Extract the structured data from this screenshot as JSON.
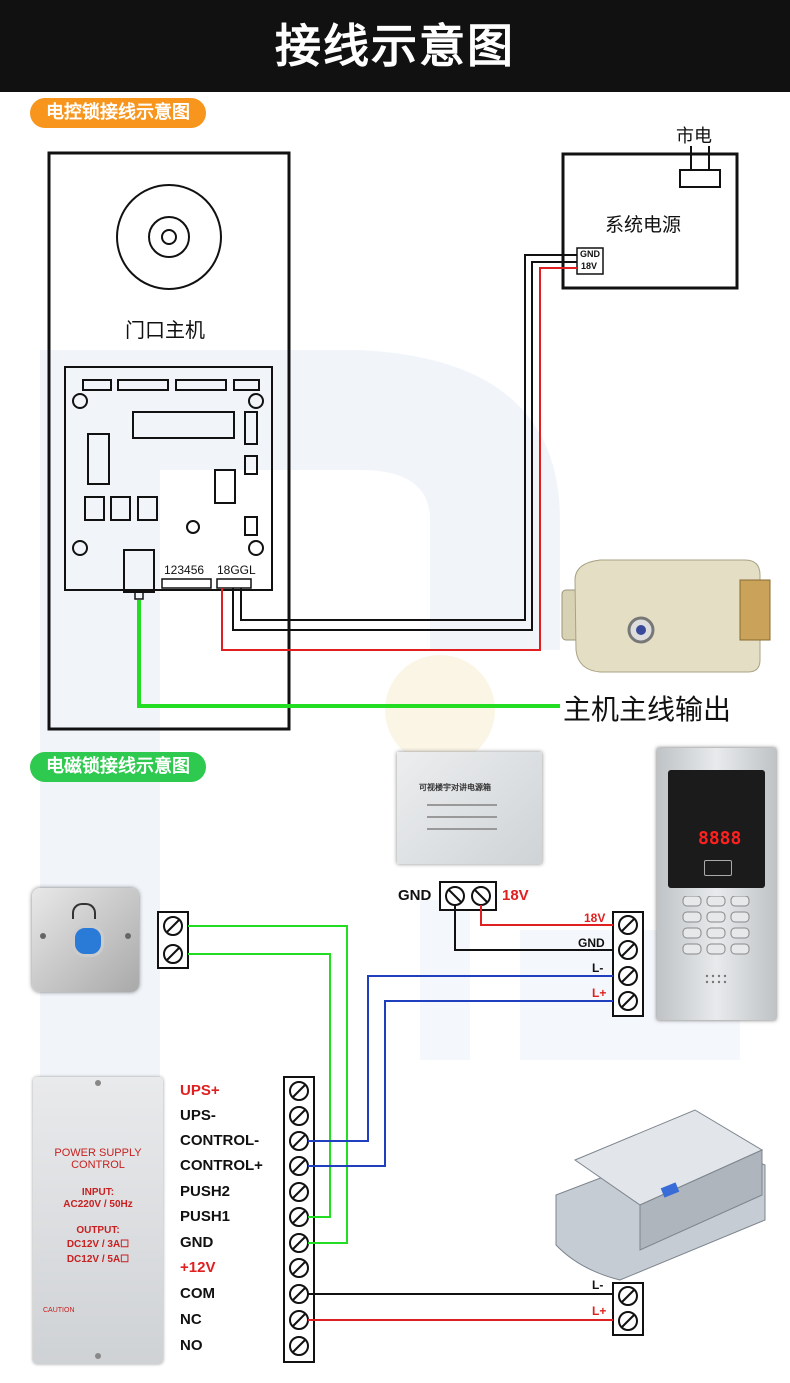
{
  "header": {
    "title": "接线示意图"
  },
  "section1": {
    "badge": "电控锁接线示意图",
    "door_host_label": "门口主机",
    "connector_left": "123456",
    "connector_right": "18GGL",
    "mains_label": "市电",
    "power_label": "系统电源",
    "gnd": "GND",
    "v18": "18V",
    "output_label": "主机主线输出"
  },
  "section2": {
    "badge": "电磁锁接线示意图",
    "top_gnd": "GND",
    "top_18v": "18V",
    "panel_terms": [
      "18V",
      "GND",
      "L-",
      "L+"
    ],
    "psu_terms": [
      "UPS+",
      "UPS-",
      "CONTROL-",
      "CONTROL+",
      "PUSH2",
      "PUSH1",
      "GND",
      "+12V",
      "COM",
      "NC",
      "NO"
    ],
    "maglock_terms": [
      "L-",
      "L+"
    ],
    "psu_panel": {
      "title": "POWER SUPPLY CONTROL",
      "input_label": "INPUT:",
      "input_value": "AC220V / 50Hz",
      "output_label": "OUTPUT:",
      "out1": "DC12V / 3A☐",
      "out2": "DC12V / 5A☐",
      "caution": "CAUTION"
    },
    "photo_psu_title": "可视楼宇对讲电源箱",
    "panel_display": "8888"
  },
  "colors": {
    "orange": "#f7951d",
    "green": "#2ec94f",
    "wire_green": "#22dd22",
    "red": "#e02020",
    "blue": "#1f3fbf",
    "black": "#111111"
  }
}
